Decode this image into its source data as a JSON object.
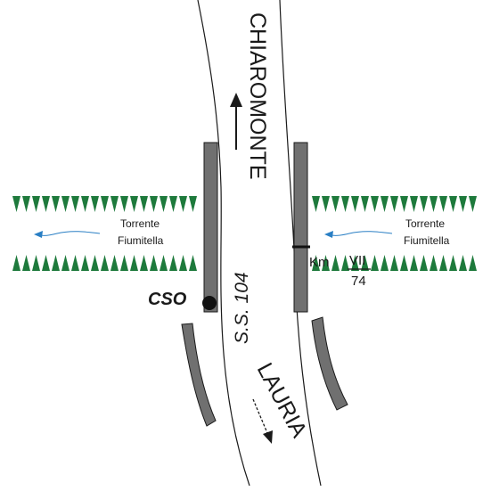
{
  "road": {
    "north_destination": "CHIAROMONTE",
    "south_destination": "LAURIA",
    "route_number": "S.S. 104"
  },
  "stream": {
    "label_line1": "Torrente",
    "label_line2": "Fiumitella"
  },
  "kilometre": {
    "prefix": "Km",
    "numerator": "VII",
    "denominator": "74"
  },
  "point": {
    "label": "CSO"
  },
  "colors": {
    "stroke": "#1a1a1a",
    "parapet": "#707070",
    "bank_vegetation": "#1e7a3c",
    "flow_arrow": "#2a7fc4",
    "background": "#ffffff"
  }
}
